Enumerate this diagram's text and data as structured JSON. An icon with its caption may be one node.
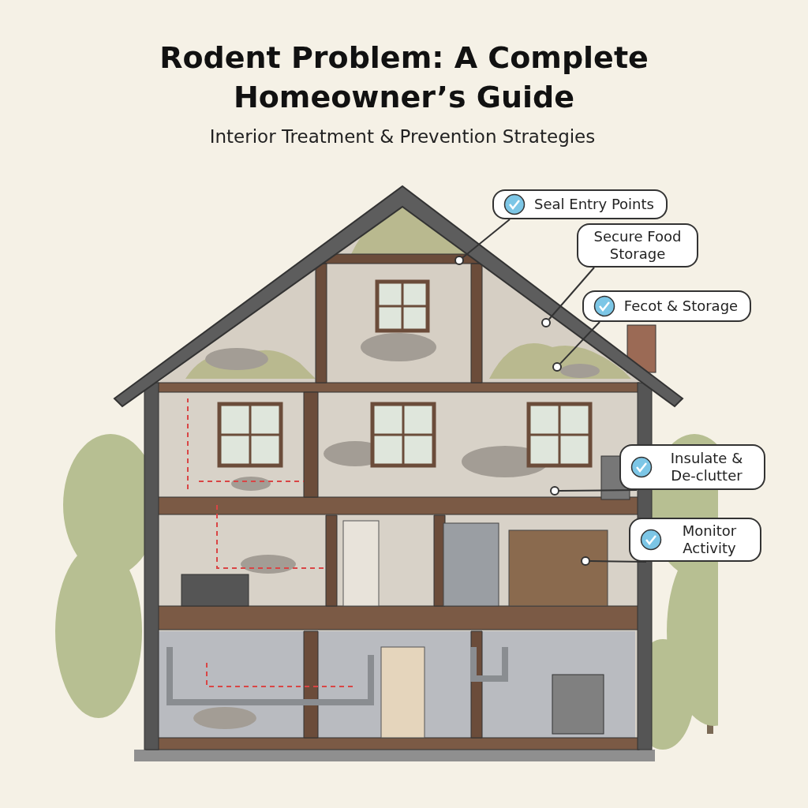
{
  "diagram": {
    "title": "Rodent Problem: A Complete Homeowner’s Guide",
    "nodes": [
      {
        "text": [
          "Seal Entry Points"
        ]
      },
      {
        "text": [
          "Secure Food Storage"
        ]
      },
      {
        "text": [
          "Fecot & Storage"
        ]
      },
      {
        "text": [
          "Insulate & De-clutter"
        ]
      },
      {
        "text": [
          "Monitor Activity"
        ]
      },
      {
        "text": [],
        "shape": "circle"
      },
      {
        "text": [],
        "shape": "circle"
      },
      {
        "text": [],
        "shape": "circle"
      },
      {
        "text": [],
        "shape": "circle"
      },
      {
        "text": [],
        "shape": "circle"
      }
    ],
    "edges": [
      {
        "from": 0,
        "to": 5,
        "arrow": "none"
      },
      {
        "from": 1,
        "to": 6,
        "arrow": "none"
      },
      {
        "from": 2,
        "to": 7,
        "arrow": "none"
      },
      {
        "from": 3,
        "to": 8,
        "arrow": "none"
      },
      {
        "from": 4,
        "to": 9,
        "arrow": "none"
      }
    ],
    "labels": [
      "Interior Treatment & Prevention Strategies"
    ]
  }
}
